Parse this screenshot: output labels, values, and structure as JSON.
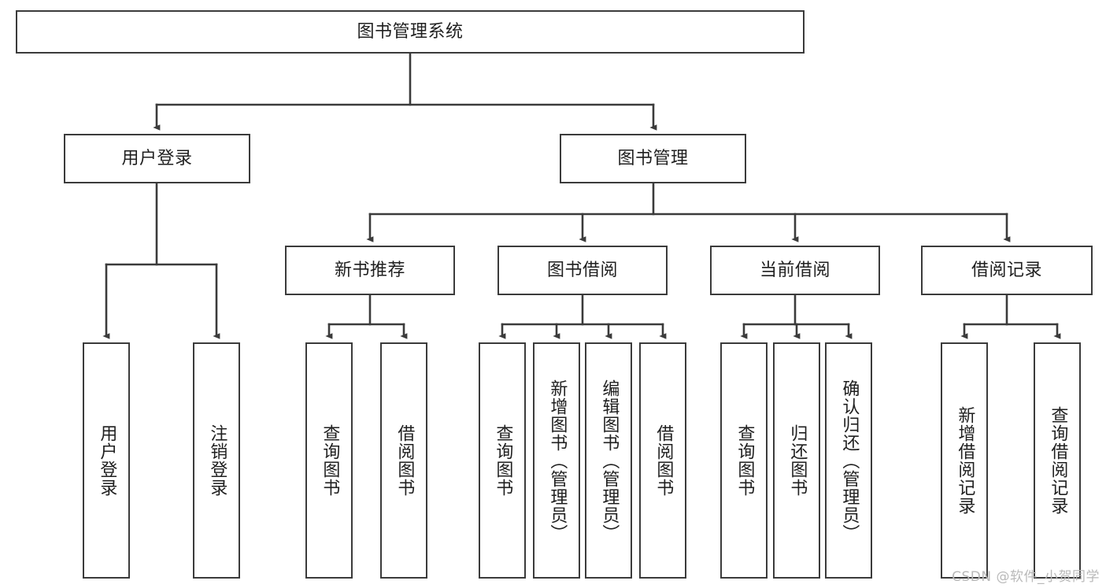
{
  "diagram": {
    "title": "图书管理系统",
    "watermark": "CSDN @软件_小贺同学",
    "colors": {
      "stroke": "#3b3b3b",
      "text": "#1f1f1f",
      "background": "#ffffff",
      "watermark": "#b9b9b9"
    },
    "root": {
      "label": "图书管理系统"
    },
    "level2": [
      {
        "label": "用户登录"
      },
      {
        "label": "图书管理"
      }
    ],
    "level3": [
      {
        "label": "新书推荐"
      },
      {
        "label": "图书借阅"
      },
      {
        "label": "当前借阅"
      },
      {
        "label": "借阅记录"
      }
    ],
    "leaves": {
      "user_login": [
        {
          "label": "用户登录"
        },
        {
          "label": "注销登录"
        }
      ],
      "new_book_recommend": [
        {
          "label": "查询图书"
        },
        {
          "label": "借阅图书"
        }
      ],
      "book_borrow": [
        {
          "label": "查询图书"
        },
        {
          "label": "新增图书（管理员）"
        },
        {
          "label": "编辑图书（管理员）"
        },
        {
          "label": "借阅图书"
        }
      ],
      "current_borrow": [
        {
          "label": "查询图书"
        },
        {
          "label": "归还图书"
        },
        {
          "label": "确认归还（管理员）"
        }
      ],
      "borrow_records": [
        {
          "label": "新增借阅记录"
        },
        {
          "label": "查询借阅记录"
        }
      ]
    }
  }
}
